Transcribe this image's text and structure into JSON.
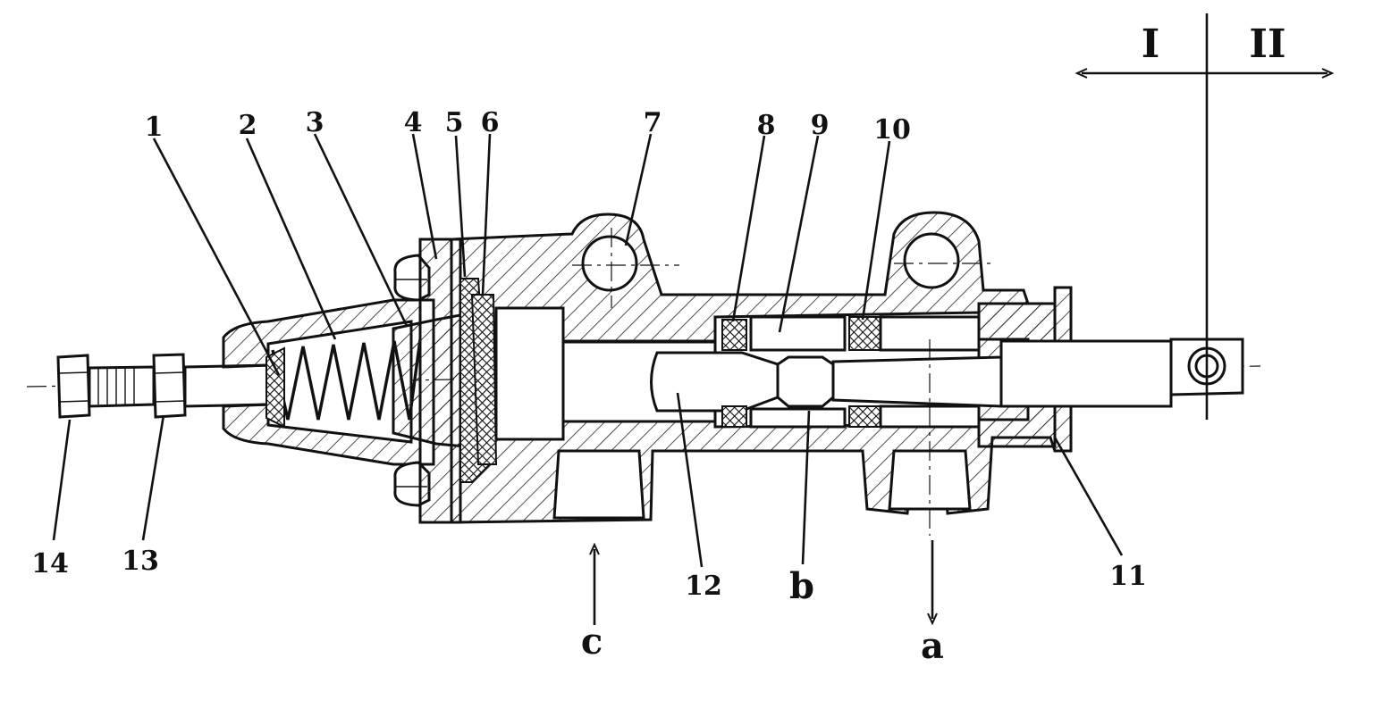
{
  "part_labels": {
    "n1": "1",
    "n2": "2",
    "n3": "3",
    "n4": "4",
    "n5": "5",
    "n6": "6",
    "n7": "7",
    "n8": "8",
    "n9": "9",
    "n10": "10",
    "n11": "11",
    "n12": "12",
    "n13": "13",
    "n14": "14"
  },
  "port_labels": {
    "a": "a",
    "b": "b",
    "c": "c"
  },
  "position_labels": {
    "left": "I",
    "right": "II"
  }
}
